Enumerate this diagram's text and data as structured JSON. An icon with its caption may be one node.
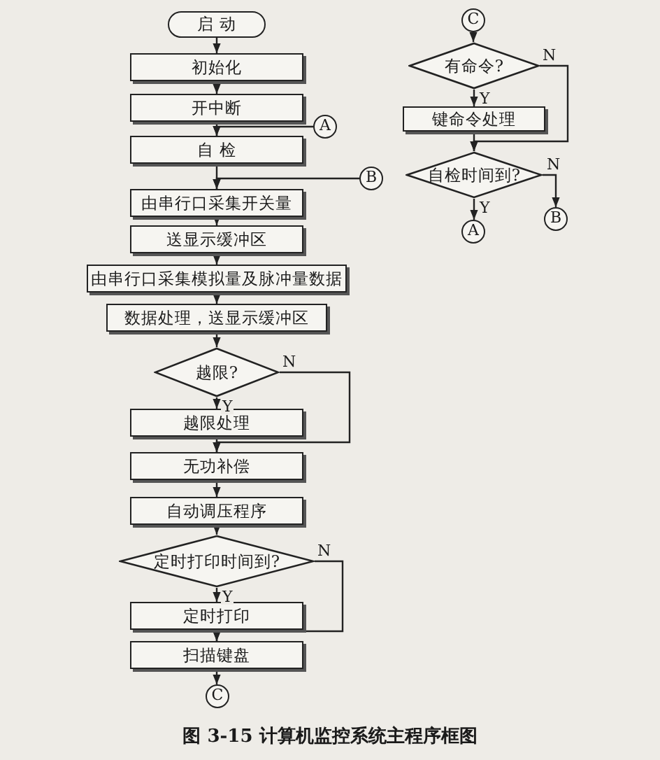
{
  "diagram": {
    "caption": "图 3-15 计算机监控系统主程序框图",
    "nodes": [
      {
        "text": [
          "启 动"
        ]
      },
      {
        "text": [
          "初始化"
        ]
      },
      {
        "text": [
          "开中断"
        ]
      },
      {
        "text": [
          "A"
        ]
      },
      {
        "text": [
          "自 检"
        ]
      },
      {
        "text": [
          "B"
        ]
      },
      {
        "text": [
          "由串行口采集开关量"
        ]
      },
      {
        "text": [
          "送显示缓冲区"
        ]
      },
      {
        "text": [
          "由串行口采集模拟量及脉冲量数据"
        ]
      },
      {
        "text": [
          "数据处理，送显示缓冲区"
        ]
      },
      {
        "text": [
          "越限?"
        ]
      },
      {
        "text": [
          "越限处理"
        ]
      },
      {
        "text": [
          "无功补偿"
        ]
      },
      {
        "text": [
          "自动调压程序"
        ]
      },
      {
        "text": [
          "定时打印时间到?"
        ]
      },
      {
        "text": [
          "定时打印"
        ]
      },
      {
        "text": [
          "扫描键盘"
        ]
      },
      {
        "text": [
          "C"
        ]
      },
      {
        "text": [
          "C"
        ]
      },
      {
        "text": [
          "有命令?"
        ]
      },
      {
        "text": [
          "键命令处理"
        ]
      },
      {
        "text": [
          "自检时间到?"
        ]
      },
      {
        "text": [
          "B"
        ]
      },
      {
        "text": [
          "A"
        ]
      }
    ],
    "edges": [
      {
        "from": 0,
        "to": 1,
        "arrow": "to"
      },
      {
        "from": 1,
        "to": 2,
        "arrow": "to"
      },
      {
        "from": 2,
        "to": 4,
        "arrow": "to"
      },
      {
        "from": 3,
        "to": 4,
        "arrow": "to"
      },
      {
        "from": 4,
        "to": 6,
        "arrow": "to"
      },
      {
        "from": 5,
        "to": 6,
        "arrow": "to"
      },
      {
        "from": 6,
        "to": 7,
        "arrow": "to"
      },
      {
        "from": 7,
        "to": 8,
        "arrow": "to"
      },
      {
        "from": 8,
        "to": 9,
        "arrow": "to"
      },
      {
        "from": 9,
        "to": 10,
        "arrow": "to"
      },
      {
        "from": 10,
        "to": 11,
        "arrow": "to",
        "label": "Y"
      },
      {
        "from": 10,
        "to": 12,
        "arrow": "to",
        "label": "N"
      },
      {
        "from": 11,
        "to": 12,
        "arrow": "to"
      },
      {
        "from": 12,
        "to": 13,
        "arrow": "to"
      },
      {
        "from": 13,
        "to": 14,
        "arrow": "to"
      },
      {
        "from": 14,
        "to": 15,
        "arrow": "to",
        "label": "Y"
      },
      {
        "from": 14,
        "to": 16,
        "arrow": "to",
        "label": "N"
      },
      {
        "from": 15,
        "to": 16,
        "arrow": "to"
      },
      {
        "from": 16,
        "to": 17,
        "arrow": "to"
      },
      {
        "from": 18,
        "to": 19,
        "arrow": "to"
      },
      {
        "from": 19,
        "to": 20,
        "arrow": "to",
        "label": "Y"
      },
      {
        "from": 19,
        "to": 21,
        "arrow": "to",
        "label": "N"
      },
      {
        "from": 20,
        "to": 21,
        "arrow": "to"
      },
      {
        "from": 21,
        "to": 23,
        "arrow": "to",
        "label": "Y"
      },
      {
        "from": 21,
        "to": 22,
        "arrow": "to",
        "label": "N"
      }
    ]
  }
}
